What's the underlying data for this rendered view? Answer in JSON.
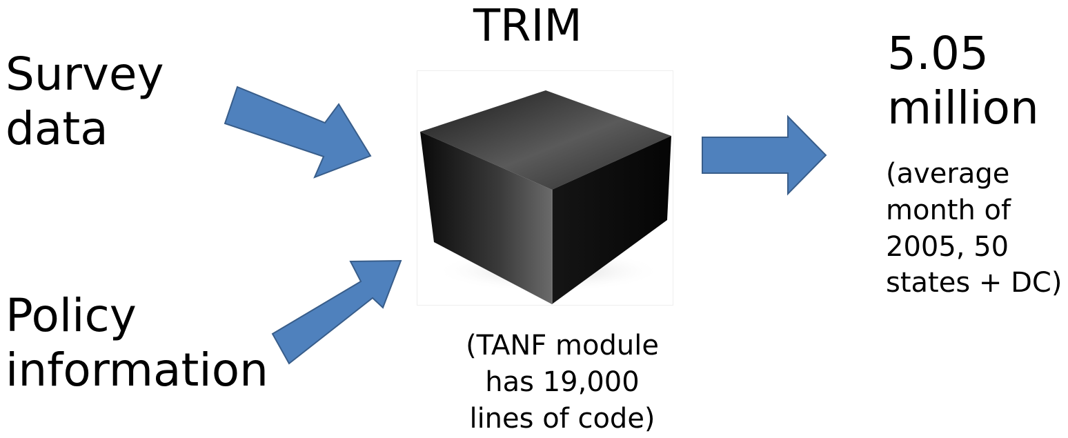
{
  "inputs": {
    "survey": [
      "Survey",
      "data"
    ],
    "policy": [
      "Policy",
      "information"
    ]
  },
  "model": {
    "title": "TRIM",
    "caption": [
      "(TANF module",
      "has 19,000",
      "lines of code)"
    ],
    "image_icon": "black-box-icon"
  },
  "output": {
    "value": [
      "5.05",
      "million"
    ],
    "note": [
      "(average",
      "month of",
      "2005, 50",
      "states + DC)"
    ]
  },
  "colors": {
    "arrow_fill": "#4f81bd",
    "arrow_stroke": "#385d8a",
    "text": "#000000"
  }
}
